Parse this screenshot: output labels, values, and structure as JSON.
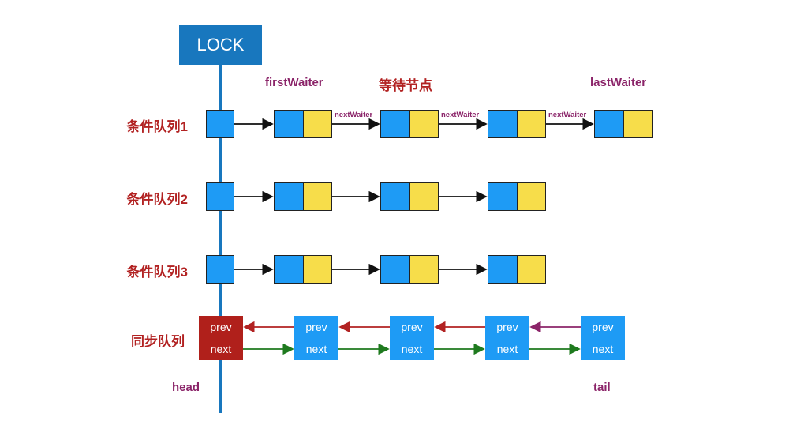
{
  "lock": {
    "label": "LOCK"
  },
  "headers": {
    "first_waiter": "firstWaiter",
    "waiting_node": "等待节点",
    "last_waiter": "lastWaiter"
  },
  "condition_queues": [
    {
      "label": "条件队列1",
      "node_count": 4,
      "link_label": "nextWaiter",
      "labeled_links": true
    },
    {
      "label": "条件队列2",
      "node_count": 3,
      "link_label": "",
      "labeled_links": false
    },
    {
      "label": "条件队列3",
      "node_count": 3,
      "link_label": "",
      "labeled_links": false
    }
  ],
  "sync_queue": {
    "label": "同步队列",
    "nodes": [
      {
        "prev": "prev",
        "next": "next",
        "role": "head"
      },
      {
        "prev": "prev",
        "next": "next",
        "role": ""
      },
      {
        "prev": "prev",
        "next": "next",
        "role": ""
      },
      {
        "prev": "prev",
        "next": "next",
        "role": ""
      },
      {
        "prev": "prev",
        "next": "next",
        "role": "tail"
      }
    ],
    "head_label": "head",
    "tail_label": "tail"
  },
  "colors": {
    "lock": "#1877be",
    "node_blue": "#1e9bf5",
    "node_yellow": "#f7dd4a",
    "head_red": "#b0201b",
    "label_red": "#b22222",
    "label_purple": "#8b2469",
    "prev_arrow": "#b22222",
    "prev_arrow_tail": "#8b2469",
    "next_arrow": "#1e7a1e"
  }
}
